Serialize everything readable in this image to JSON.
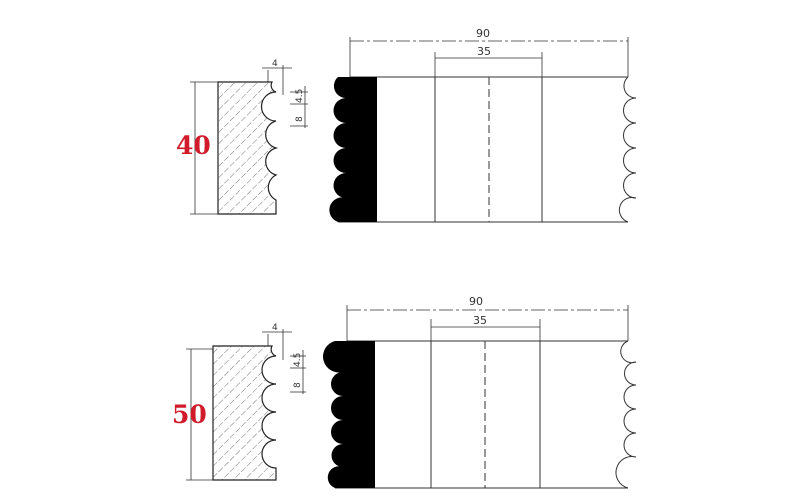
{
  "drawings": [
    {
      "height_label": "40",
      "dims": {
        "overall": "90",
        "inner": "35",
        "pitch_top": "4",
        "gap": "4.5",
        "radius": "8"
      }
    },
    {
      "height_label": "50",
      "dims": {
        "overall": "90",
        "inner": "35",
        "pitch_top": "4",
        "gap": "4.5",
        "radius": "8"
      }
    }
  ],
  "colors": {
    "label": "#d11a2a",
    "line": "#333333",
    "fill": "#000000"
  }
}
